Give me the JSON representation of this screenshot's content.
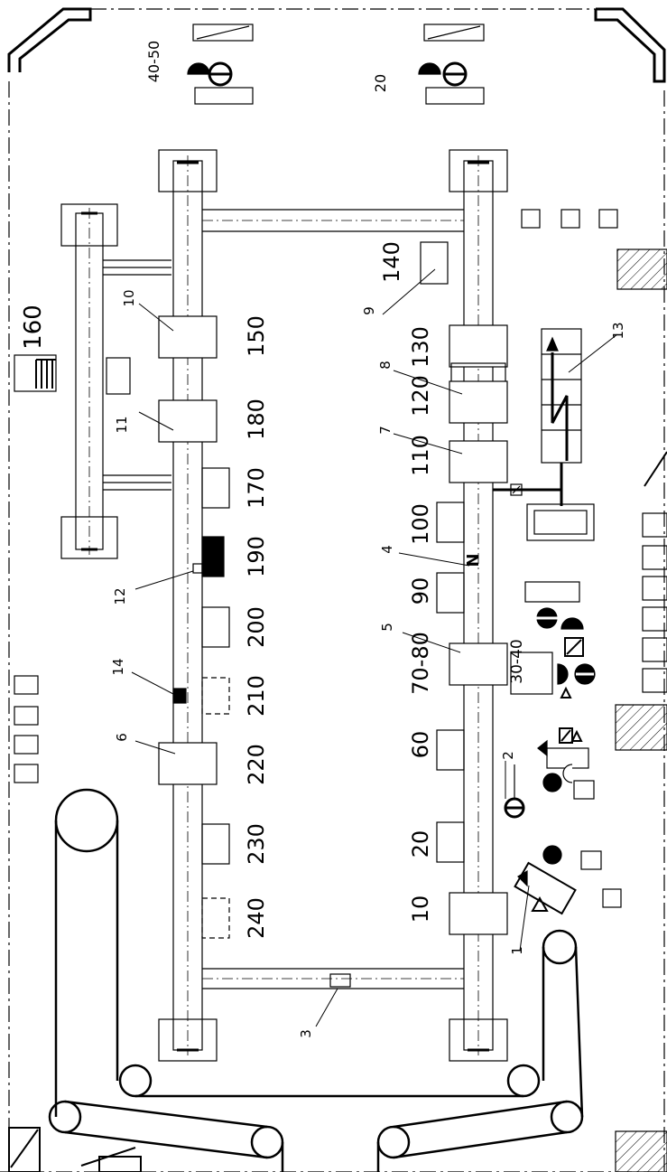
{
  "station_labels": {
    "s10": "10",
    "s20": "20",
    "s60": "60",
    "s7080": "70-80",
    "s90": "90",
    "s100": "100",
    "s110": "110",
    "s120": "120",
    "s130": "130",
    "s140": "140",
    "s150": "150",
    "s160": "160",
    "s170": "170",
    "s180": "180",
    "s190": "190",
    "s200": "200",
    "s210": "210",
    "s220": "220",
    "s230": "230",
    "s240": "240",
    "s3040": "30-40",
    "s4050": "40-50",
    "s20top": "20"
  },
  "callouts": {
    "c1": "1",
    "c2": "2",
    "c3": "3",
    "c4": "4",
    "c5": "5",
    "c6": "6",
    "c7": "7",
    "c8": "8",
    "c9": "9",
    "c10": "10",
    "c11": "11",
    "c12": "12",
    "c13": "13",
    "c14": "14"
  },
  "marker_n": "N"
}
